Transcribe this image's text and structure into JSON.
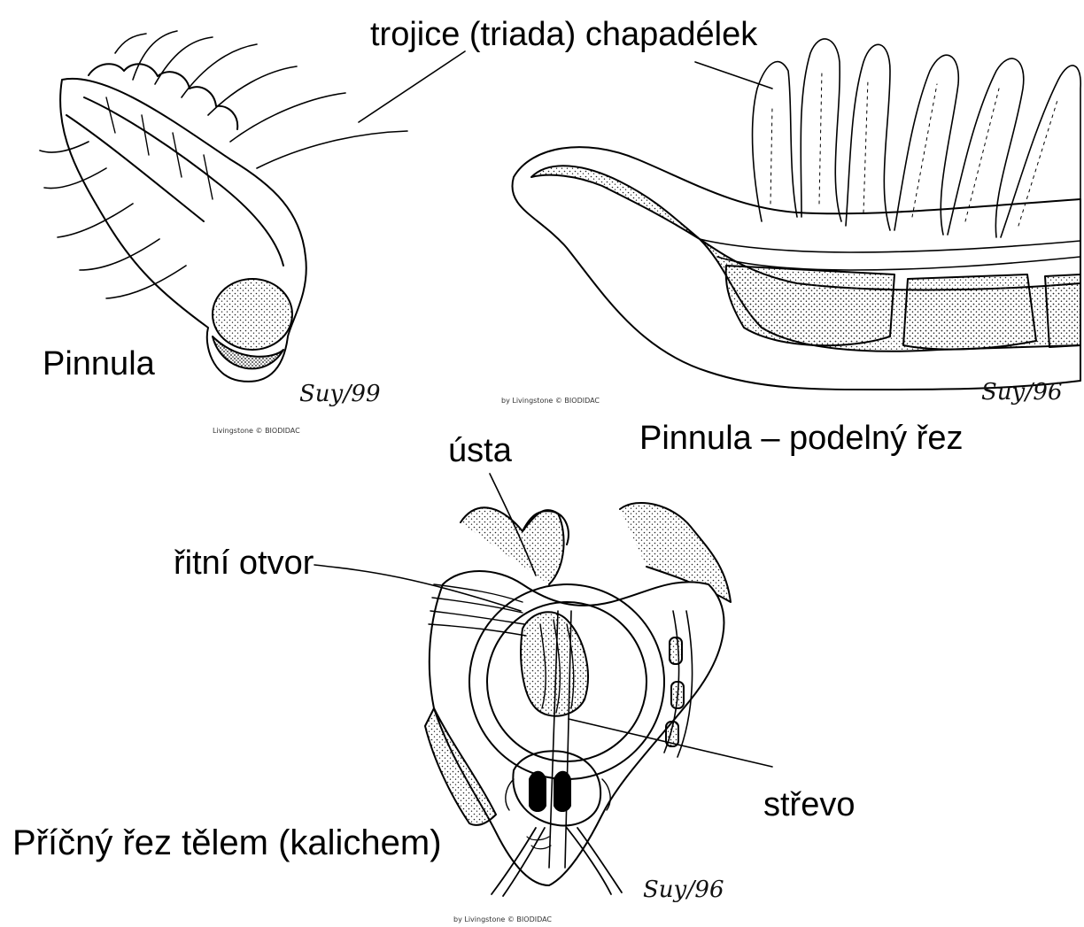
{
  "labels": {
    "triad": "trojice (triada) chapadélek",
    "pinnula": "Pinnula",
    "pinnula_section": "Pinnula – podelný řez",
    "mouth": "ústa",
    "anus": "řitní otvor",
    "intestine": "střevo",
    "cross_section": "Příčný řez tělem (kalichem)"
  },
  "signatures": {
    "top_left": "Sиу/99",
    "top_right": "Sиу/96",
    "bottom": "Sиу/96"
  },
  "credits": {
    "top_left": "Livingstone © BIODIDAC",
    "top_middle": "by Livingstone © BIODIDAC",
    "bottom": "by Livingstone © BIODIDAC"
  },
  "colors": {
    "line": "#000000",
    "stipple": "#222222",
    "background": "#ffffff"
  }
}
